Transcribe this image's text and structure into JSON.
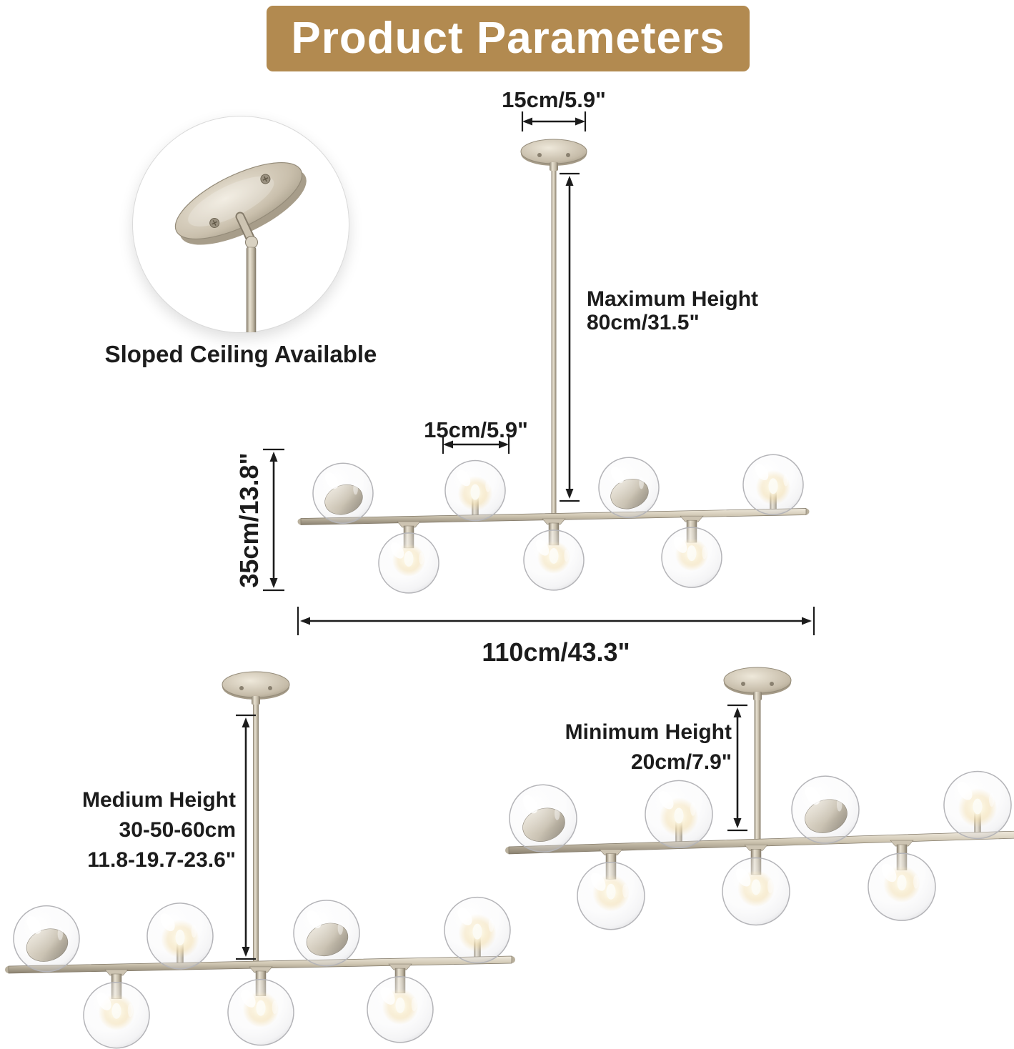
{
  "title": "Product Parameters",
  "inset": {
    "caption": "Sloped Ceiling Available"
  },
  "dims": {
    "canopy_width": "15cm/5.9\"",
    "max_height": {
      "label": "Maximum Height",
      "value": "80cm/31.5\""
    },
    "globe_spacing": "15cm/5.9\"",
    "fixture_height": "35cm/13.8\"",
    "fixture_width": "110cm/43.3\"",
    "medium_height": {
      "label": "Medium Height",
      "cm": "30-50-60cm",
      "inches": "11.8-19.7-23.6\""
    },
    "min_height": {
      "label": "Minimum Height",
      "value": "20cm/7.9\""
    }
  },
  "colors": {
    "banner": "#b28a50",
    "annotation_text": "#1c1c1c",
    "metal": "#c7bead"
  }
}
